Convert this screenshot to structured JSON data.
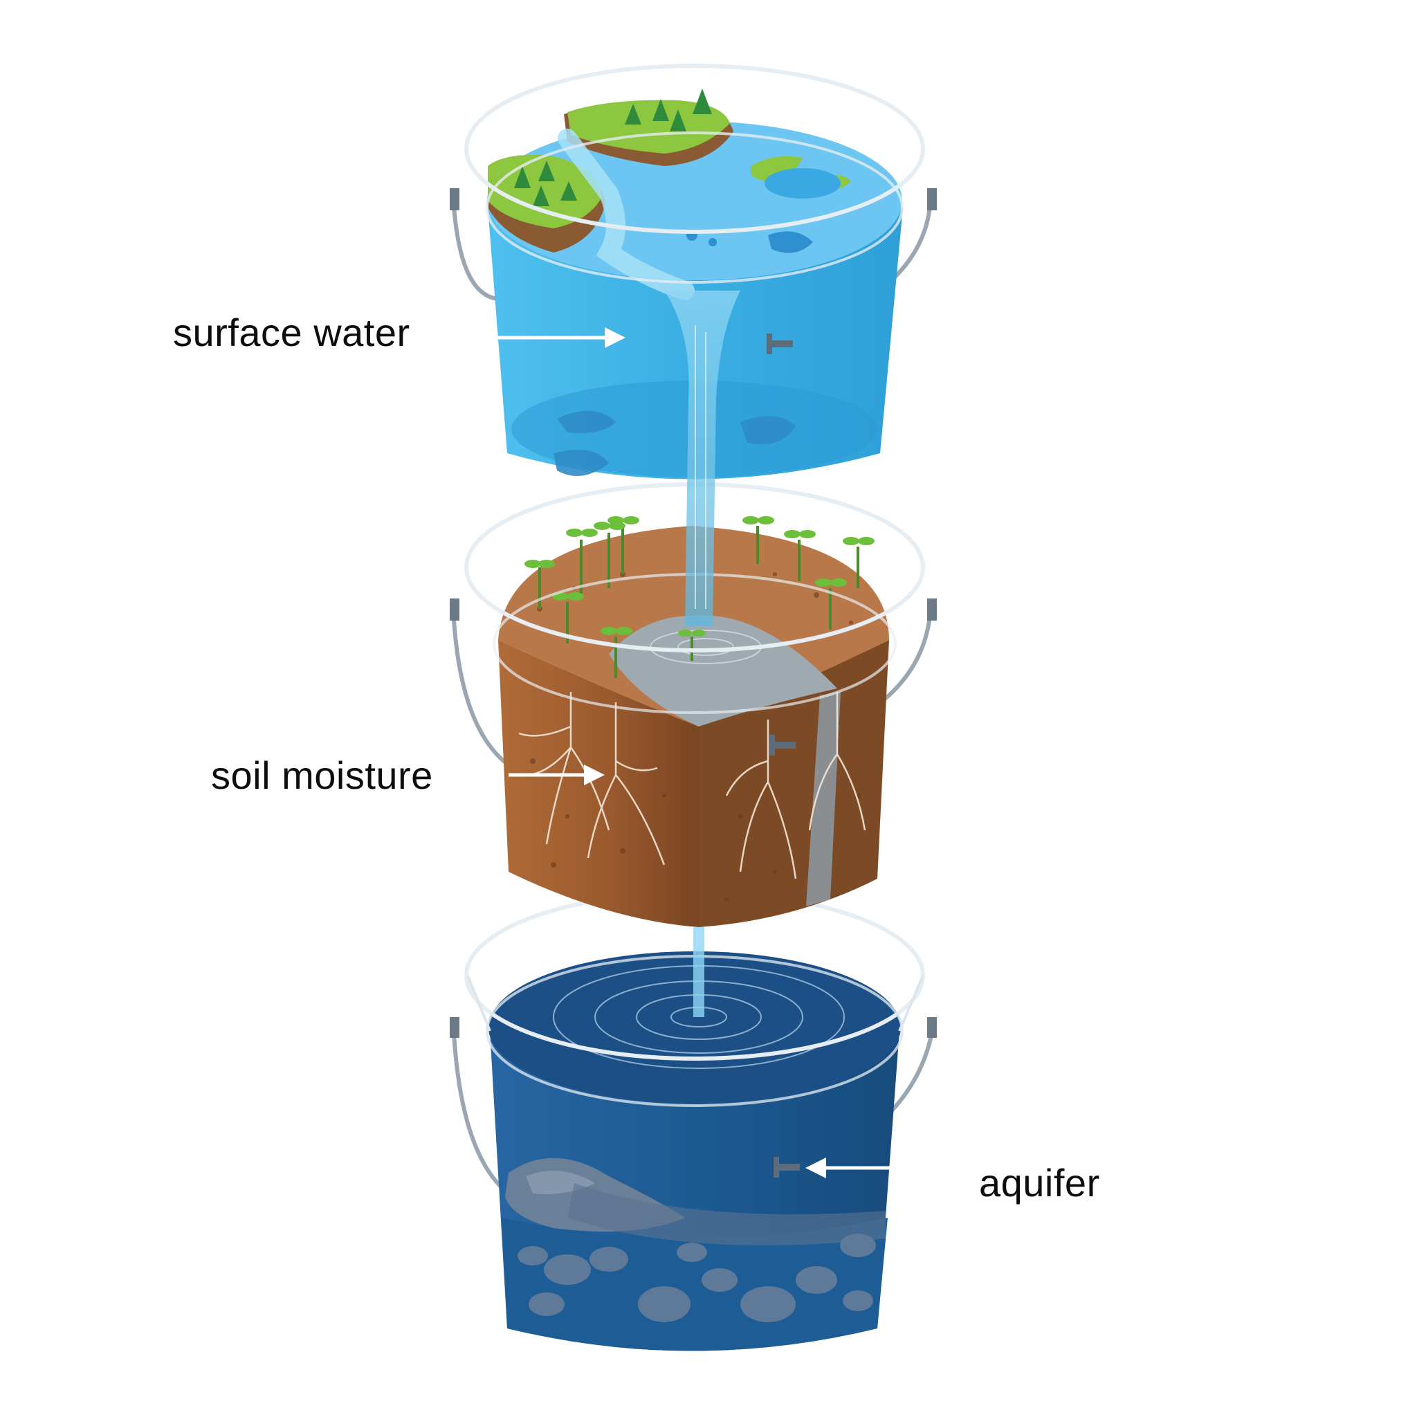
{
  "labels": {
    "surface": "surface water",
    "soil": "soil moisture",
    "aquifer": "aquifer"
  },
  "colors": {
    "surface_water": "#3fb3e6",
    "soil": "#9a5a2e",
    "aquifer_water": "#1d5a92",
    "grass": "#7dc242",
    "tree": "#2e8b3e",
    "arrow": "#ffffff",
    "label_text": "#0d0d0d"
  },
  "icons": [
    "tree-icon",
    "sprout-icon",
    "root-icon",
    "rock-icon",
    "spigot-icon",
    "arrow-icon",
    "bucket-icon"
  ]
}
